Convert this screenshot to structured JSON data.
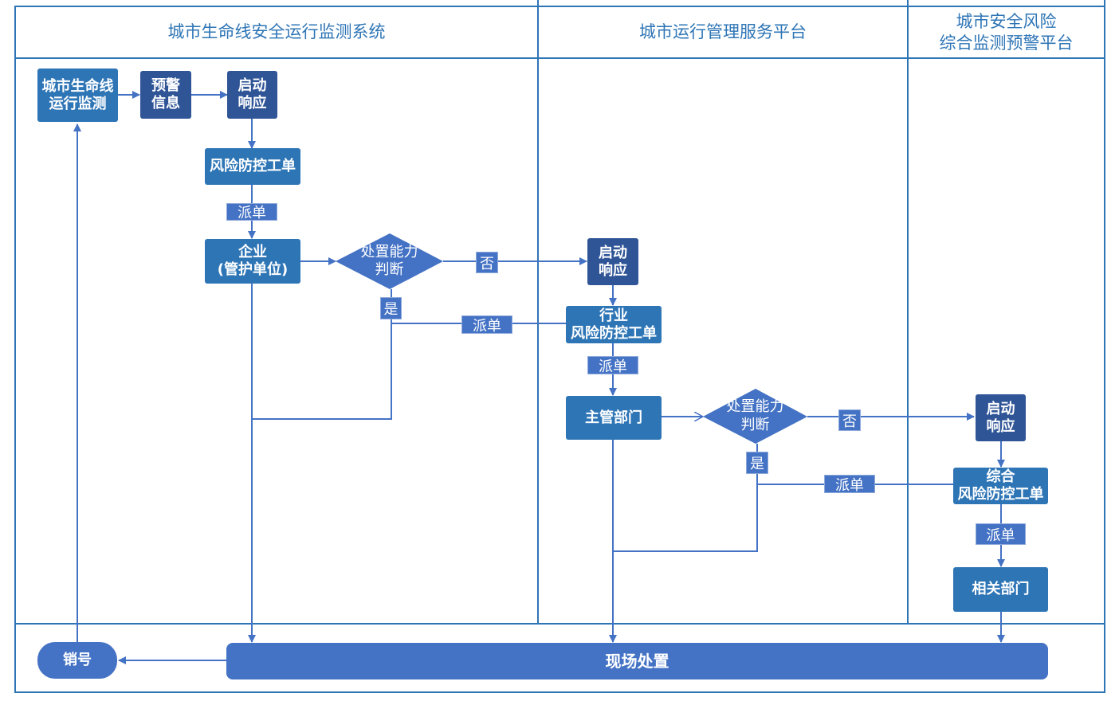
{
  "lanes": [
    {
      "title": "城市生命线安全运行监测系统"
    },
    {
      "title": "城市运行管理服务平台"
    },
    {
      "title": "城市安全风险\n综合监测预警平台"
    }
  ],
  "nodes": {
    "monitor": "城市生命线\n运行监测",
    "warning": "预警\n信息",
    "start1": "启动\n响应",
    "ticket1": "风险防控工单",
    "enterprise": "企业\n(管护单位)",
    "decision1": "处置能力\n判断",
    "start2": "启动\n响应",
    "ticket2": "行业\n风险防控工单",
    "dept": "主管部门",
    "decision2": "处置能力\n判断",
    "start3": "启动\n响应",
    "ticket3": "综合\n风险防控工单",
    "related": "相关部门",
    "onsite": "现场处置",
    "close": "销号"
  },
  "labels": {
    "dispatch1": "派单",
    "no1": "否",
    "yes1": "是",
    "dispatch2": "派单",
    "dispatch3": "派单",
    "no2": "否",
    "yes2": "是",
    "dispatch4": "派单",
    "dispatch5": "派单"
  },
  "colors": {
    "line": "#4472c4",
    "frame": "#2e75b6",
    "node_mid": "#2e75b6",
    "node_dark": "#2f5597",
    "accent": "#4472c4"
  }
}
